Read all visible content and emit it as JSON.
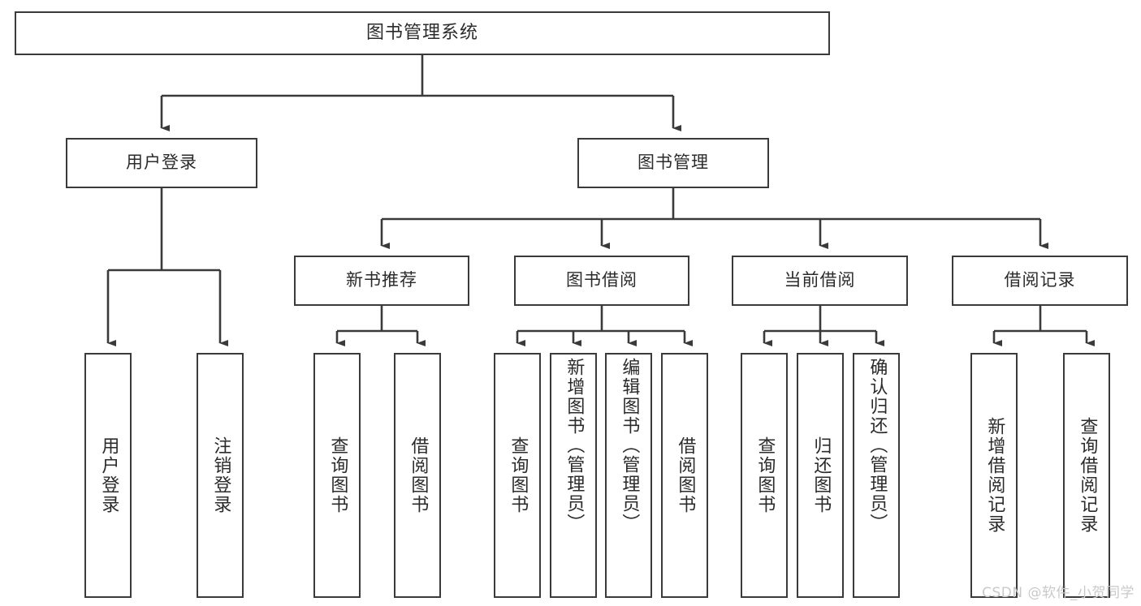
{
  "diagram": {
    "title": "图书管理系统",
    "watermark": "CSDN @软件_小贺同学",
    "accent_color": "#3a3a3a",
    "background_color": "#ffffff",
    "text_color": "#2b2b2b",
    "watermark_color": "#c9c9c9"
  },
  "nodes": {
    "root": {
      "label": "图书管理系统"
    },
    "level2": [
      {
        "label": "用户登录"
      },
      {
        "label": "图书管理"
      }
    ],
    "level3": [
      {
        "label": "新书推荐"
      },
      {
        "label": "图书借阅"
      },
      {
        "label": "当前借阅"
      },
      {
        "label": "借阅记录"
      }
    ],
    "leaves": {
      "user_login": [
        {
          "label": "用户登录"
        },
        {
          "label": "注销登录"
        }
      ],
      "new_book": [
        {
          "label": "查询图书"
        },
        {
          "label": "借阅图书"
        }
      ],
      "book_borrow": [
        {
          "label": "查询图书"
        },
        {
          "label": "新增图书（管理员）"
        },
        {
          "label": "编辑图书（管理员）"
        },
        {
          "label": "借阅图书"
        }
      ],
      "current_borrow": [
        {
          "label": "查询图书"
        },
        {
          "label": "归还图书"
        },
        {
          "label": "确认归还（管理员）"
        }
      ],
      "borrow_record": [
        {
          "label": "新增借阅记录"
        },
        {
          "label": "查询借阅记录"
        }
      ]
    }
  }
}
